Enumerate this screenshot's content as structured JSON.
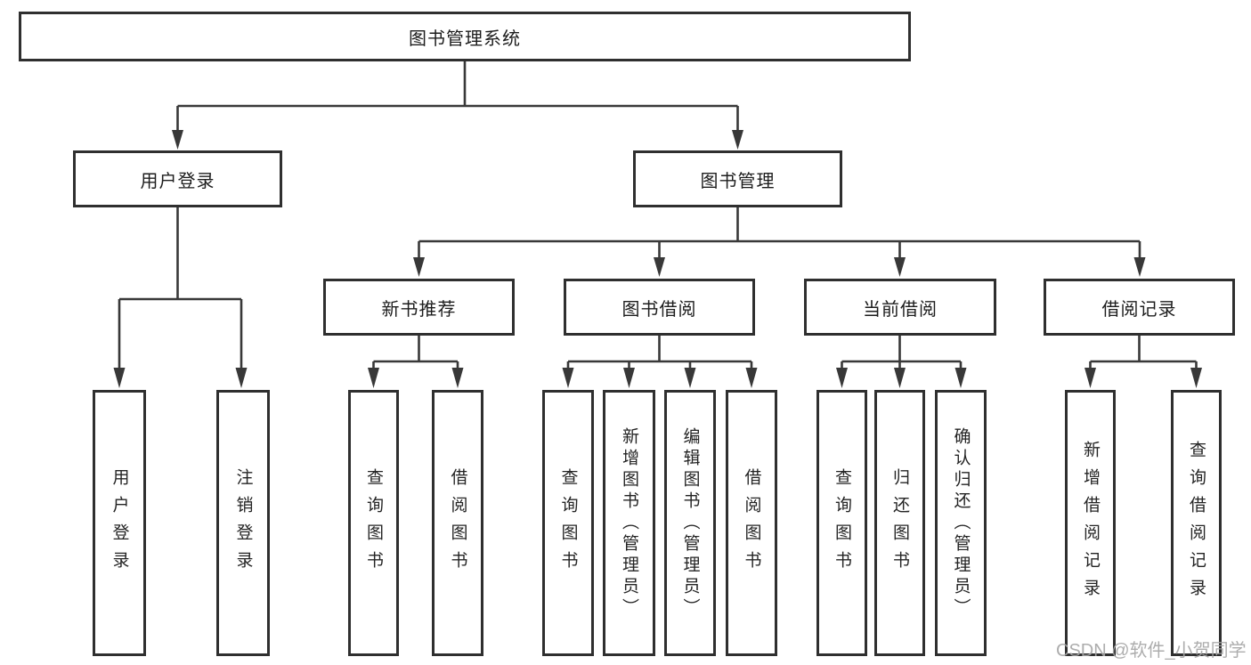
{
  "tree": {
    "root": {
      "label": "图书管理系统"
    },
    "branches": [
      {
        "label": "用户登录",
        "children": [
          {
            "label": "用户登录"
          },
          {
            "label": "注销登录"
          }
        ]
      },
      {
        "label": "图书管理",
        "children": [
          {
            "label": "新书推荐",
            "children": [
              {
                "label": "查询图书"
              },
              {
                "label": "借阅图书"
              }
            ]
          },
          {
            "label": "图书借阅",
            "children": [
              {
                "label": "查询图书"
              },
              {
                "label": "新增图书（管理员）"
              },
              {
                "label": "编辑图书（管理员）"
              },
              {
                "label": "借阅图书"
              }
            ]
          },
          {
            "label": "当前借阅",
            "children": [
              {
                "label": "查询图书"
              },
              {
                "label": "归还图书"
              },
              {
                "label": "确认归还（管理员）"
              }
            ]
          },
          {
            "label": "借阅记录",
            "children": [
              {
                "label": "新增借阅记录"
              },
              {
                "label": "查询借阅记录"
              }
            ]
          }
        ]
      }
    ]
  },
  "watermark": {
    "text": "CSDN @软件_小贺同学"
  },
  "colors": {
    "line": "#383838",
    "box_border": "#2f2f2f",
    "text": "#1d1d1d",
    "watermark": "#a6a6a6",
    "background": "#ffffff"
  }
}
